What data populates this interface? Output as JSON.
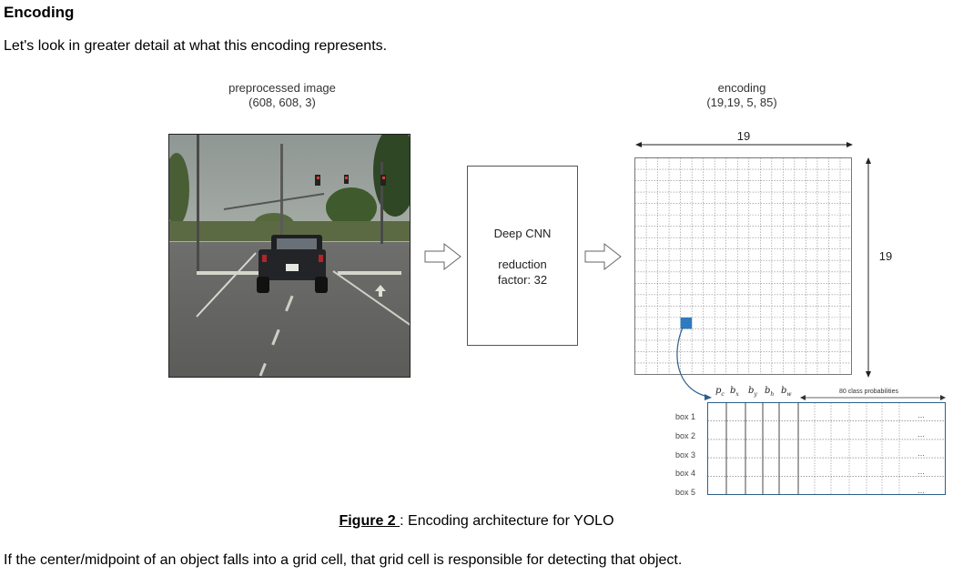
{
  "heading": "Encoding",
  "intro": "Let's look in greater detail at what this encoding represents.",
  "input": {
    "title": "preprocessed image",
    "shape": "(608, 608, 3)"
  },
  "cnn": {
    "title": "Deep CNN",
    "reduction_line1": "reduction",
    "reduction_line2": "factor: 32"
  },
  "encoding": {
    "title": "encoding",
    "shape": "(19,19, 5, 85)",
    "width_label": "19",
    "height_label": "19",
    "grid_size": 19
  },
  "detail": {
    "params": [
      "p",
      "b",
      "b",
      "b",
      "b"
    ],
    "param_subs": [
      "c",
      "x",
      "y",
      "h",
      "w"
    ],
    "class_label": "80 class probabilities",
    "boxes": [
      "box 1",
      "box 2",
      "box 3",
      "box 4",
      "box 5"
    ],
    "ellipsis": "..."
  },
  "figure": {
    "label": "Figure 2 ",
    "caption": ": Encoding architecture for YOLO"
  },
  "footer": "If the center/midpoint of an object falls into a grid cell, that grid cell is responsible for detecting that object.",
  "colors": {
    "highlight_cell": "#2e7bbf",
    "arrow": "#2e5f8a"
  }
}
